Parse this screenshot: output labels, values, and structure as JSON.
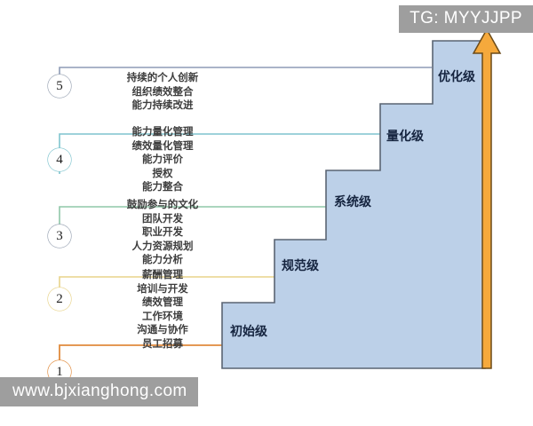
{
  "watermarks": {
    "top_right": "TG: MYYJJPP",
    "bottom_left": "www.bjxianghong.com"
  },
  "colors": {
    "step_fill": "#bcd0e8",
    "step_stroke": "#5a6472",
    "arrow_fill": "#f5a93c",
    "arrow_stroke": "#6b4a18",
    "tier_label": "#15243f",
    "body_text": "#3d3d3d",
    "level1_line": "#e08a3c",
    "level2_line": "#e8d38a",
    "level3_line": "#8fc7a8",
    "level4_line": "#7fc4ce",
    "level5_line": "#8d9bb5"
  },
  "arrow": {
    "name": "upward-progress-arrow",
    "direction": "up"
  },
  "tiers": [
    {
      "id": "tier-1",
      "label": "初始级",
      "level": 1
    },
    {
      "id": "tier-2",
      "label": "规范级",
      "level": 2
    },
    {
      "id": "tier-3",
      "label": "系统级",
      "level": 3
    },
    {
      "id": "tier-4",
      "label": "量化级",
      "level": 4
    },
    {
      "id": "tier-5",
      "label": "优化级",
      "level": 5
    }
  ],
  "levels": [
    {
      "number": "1",
      "tier_label": "初始级",
      "line_color": "#e08a3c",
      "items": []
    },
    {
      "number": "2",
      "tier_label": "规范级",
      "line_color": "#e8d38a",
      "items": [
        "薪酬管理",
        "培训与开发",
        "绩效管理",
        "工作环境",
        "沟通与协作",
        "员工招募"
      ]
    },
    {
      "number": "3",
      "tier_label": "系统级",
      "line_color": "#8fc7a8",
      "items": [
        "鼓励参与的文化",
        "团队开发",
        "职业开发",
        "人力资源规划",
        "能力分析"
      ]
    },
    {
      "number": "4",
      "tier_label": "量化级",
      "line_color": "#7fc4ce",
      "items": [
        "能力量化管理",
        "绩效量化管理",
        "能力评价",
        "授权",
        "能力整合"
      ]
    },
    {
      "number": "5",
      "tier_label": "优化级",
      "line_color": "#8d9bb5",
      "items": [
        "持续的个人创新",
        "组织绩效整合",
        "能力持续改进"
      ]
    }
  ]
}
